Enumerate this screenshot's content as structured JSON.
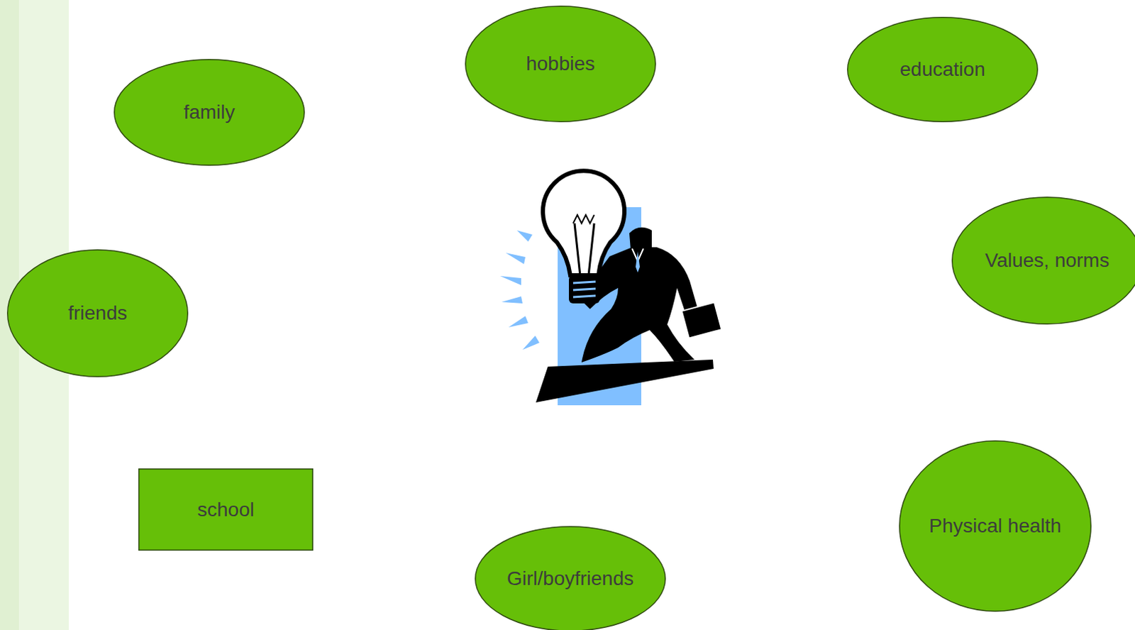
{
  "diagram": {
    "nodes": [
      {
        "text": [
          "hobbies"
        ]
      },
      {
        "text": [
          "education"
        ]
      },
      {
        "text": [
          "family"
        ]
      },
      {
        "text": [
          "Values, norms"
        ]
      },
      {
        "text": [
          "friends"
        ]
      },
      {
        "text": [
          "school"
        ]
      },
      {
        "text": [
          "Physical health"
        ]
      },
      {
        "text": [
          "Girl/boyfriends"
        ]
      }
    ]
  }
}
